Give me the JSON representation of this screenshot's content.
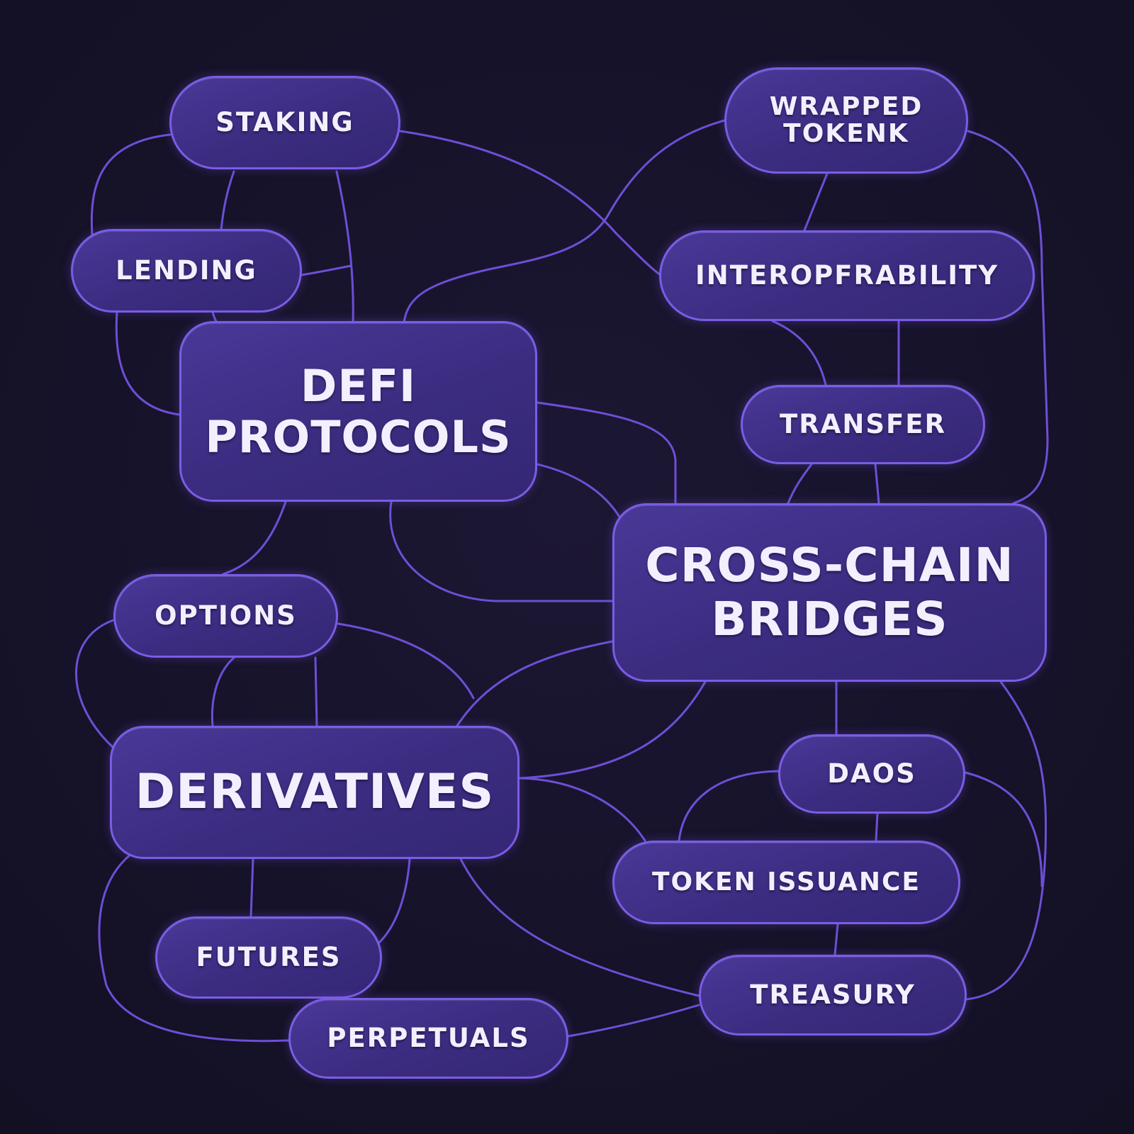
{
  "nodes": {
    "staking": "STAKING",
    "wrapped_tokens": "WRAPPED\nTOKENK",
    "lending": "LENDING",
    "interoperability": "INTEROPFRABILITY",
    "defi_protocols": "DEFI\nPROTOCOLS",
    "transfer": "TRANSFER",
    "cross_chain_bridges": "CROSS-CHAIN\nBRIDGES",
    "options": "OPTIONS",
    "derivatives": "DERIVATIVES",
    "daos": "DAOS",
    "token_issuance": "TOKEN ISSUANCE",
    "futures": "FUTURES",
    "treasury": "TREASURY",
    "perpetuals": "PERPETUALS"
  },
  "colors": {
    "background": "#17132a",
    "node_fill": "#3f2f86",
    "node_border": "#7b5ce6",
    "edge": "#6d4fd6",
    "text": "#f3efff"
  }
}
